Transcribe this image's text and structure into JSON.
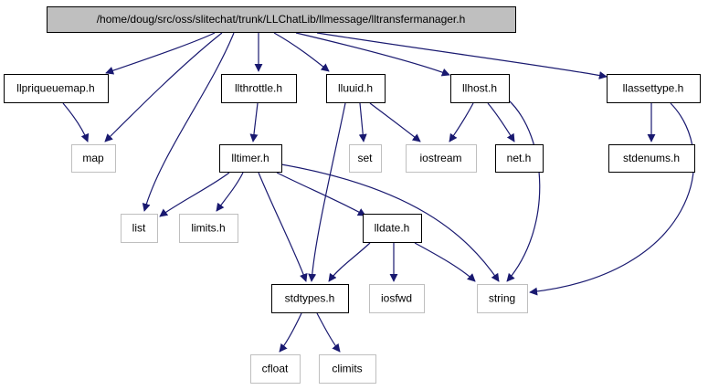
{
  "diagram": {
    "nodes": [
      {
        "id": "root",
        "label": "/home/doug/src/oss/slitechat/trunk/LLChatLib/llmessage/lltransfermanager.h",
        "style": "root"
      },
      {
        "id": "llpriqueuemap",
        "label": "llpriqueuemap.h",
        "style": "header"
      },
      {
        "id": "llthrottle",
        "label": "llthrottle.h",
        "style": "header"
      },
      {
        "id": "lluuid",
        "label": "lluuid.h",
        "style": "header"
      },
      {
        "id": "llhost",
        "label": "llhost.h",
        "style": "header"
      },
      {
        "id": "llassettype",
        "label": "llassettype.h",
        "style": "header"
      },
      {
        "id": "map",
        "label": "map",
        "style": "system"
      },
      {
        "id": "lltimer",
        "label": "lltimer.h",
        "style": "header"
      },
      {
        "id": "set",
        "label": "set",
        "style": "system"
      },
      {
        "id": "iostream",
        "label": "iostream",
        "style": "system"
      },
      {
        "id": "net",
        "label": "net.h",
        "style": "header"
      },
      {
        "id": "stdenums",
        "label": "stdenums.h",
        "style": "header"
      },
      {
        "id": "list",
        "label": "list",
        "style": "system"
      },
      {
        "id": "limits",
        "label": "limits.h",
        "style": "system"
      },
      {
        "id": "lldate",
        "label": "lldate.h",
        "style": "header"
      },
      {
        "id": "stdtypes",
        "label": "stdtypes.h",
        "style": "header"
      },
      {
        "id": "iosfwd",
        "label": "iosfwd",
        "style": "system"
      },
      {
        "id": "string",
        "label": "string",
        "style": "system"
      },
      {
        "id": "cfloat",
        "label": "cfloat",
        "style": "system"
      },
      {
        "id": "climits",
        "label": "climits",
        "style": "system"
      }
    ],
    "edges": [
      {
        "from": "root",
        "to": "llpriqueuemap"
      },
      {
        "from": "root",
        "to": "map"
      },
      {
        "from": "root",
        "to": "list"
      },
      {
        "from": "root",
        "to": "llthrottle"
      },
      {
        "from": "root",
        "to": "lluuid"
      },
      {
        "from": "root",
        "to": "llhost"
      },
      {
        "from": "root",
        "to": "llassettype"
      },
      {
        "from": "llpriqueuemap",
        "to": "map"
      },
      {
        "from": "llthrottle",
        "to": "lltimer"
      },
      {
        "from": "lluuid",
        "to": "stdtypes"
      },
      {
        "from": "lluuid",
        "to": "set"
      },
      {
        "from": "lluuid",
        "to": "iostream"
      },
      {
        "from": "llhost",
        "to": "iostream"
      },
      {
        "from": "llhost",
        "to": "net"
      },
      {
        "from": "llhost",
        "to": "string"
      },
      {
        "from": "llassettype",
        "to": "stdenums"
      },
      {
        "from": "llassettype",
        "to": "string"
      },
      {
        "from": "lltimer",
        "to": "list"
      },
      {
        "from": "lltimer",
        "to": "limits"
      },
      {
        "from": "lltimer",
        "to": "stdtypes"
      },
      {
        "from": "lltimer",
        "to": "lldate"
      },
      {
        "from": "lltimer",
        "to": "string"
      },
      {
        "from": "lldate",
        "to": "stdtypes"
      },
      {
        "from": "lldate",
        "to": "iosfwd"
      },
      {
        "from": "lldate",
        "to": "string"
      },
      {
        "from": "stdtypes",
        "to": "cfloat"
      },
      {
        "from": "stdtypes",
        "to": "climits"
      }
    ]
  },
  "colors": {
    "edge": "#191970",
    "root_fill": "#bfbfbf",
    "header_border": "#000000",
    "system_border": "#bfbfbf",
    "background": "#ffffff"
  }
}
